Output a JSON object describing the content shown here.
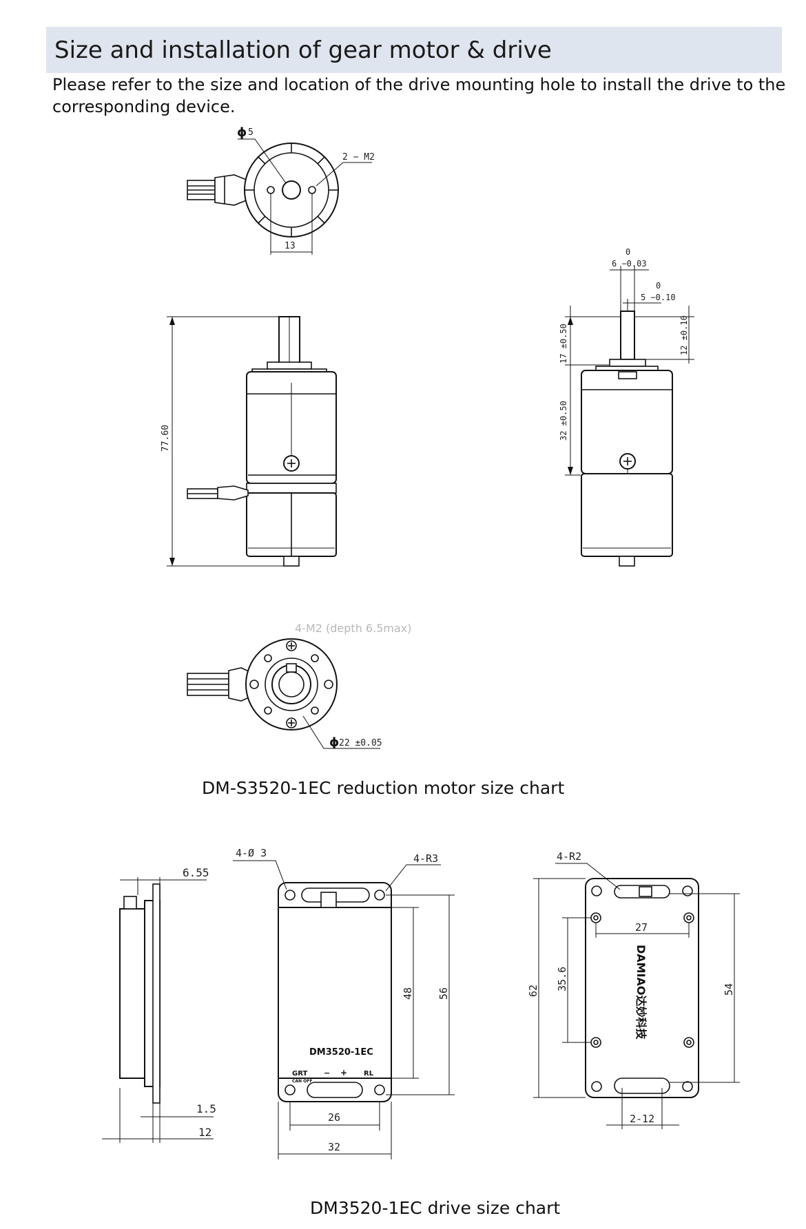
{
  "section": {
    "title": "Size and installation of gear motor & drive",
    "intro": "Please refer to the size and location of the drive mounting hole to install the drive to the corresponding device."
  },
  "motor_drawing": {
    "dims": {
      "shaft_dia": "5",
      "threaded_holes_top": "2 − M2",
      "hole_spacing": "13",
      "total_length": "77.60",
      "shaft_width_upper": "0",
      "shaft_width_label": "6 −0.03",
      "flat_upper": "0",
      "flat_label": "5 −0.10",
      "shaft_length": "17 ±0.50",
      "flat_length": "12 ±0.10",
      "body_length": "32 ±0.50",
      "bottom_holes": "4-M2 (depth 6.5max)",
      "pitch_circle": "22 ±0.05"
    },
    "caption": "DM-S3520-1EC reduction motor size chart"
  },
  "drive_drawing": {
    "dims": {
      "side_height": "6.55",
      "plate_thickness": "1.5",
      "total_thickness": "12",
      "mount_holes": "4-Ø 3",
      "corner_radius_front": "4-R3",
      "inner_height": "48",
      "hole_pitch_vertical": "56",
      "inner_width": "26",
      "total_width": "32",
      "corner_radius_back": "4-R2",
      "back_total_height": "62",
      "back_hole_spacing_v": "35.6",
      "back_hole_spacing_h": "27",
      "back_outer_pitch": "54",
      "slot_label": "2-12"
    },
    "board": {
      "model": "DM3520-1EC",
      "left_label": "GRT",
      "left_sub": "CAN OFF",
      "minus": "−",
      "plus": "+",
      "right_label": "RL",
      "brand": "DAMIAO达妙科技"
    },
    "caption": "DM3520-1EC drive size chart"
  },
  "colors": {
    "header_bg": "#dfe5ee",
    "line": "#111111"
  }
}
